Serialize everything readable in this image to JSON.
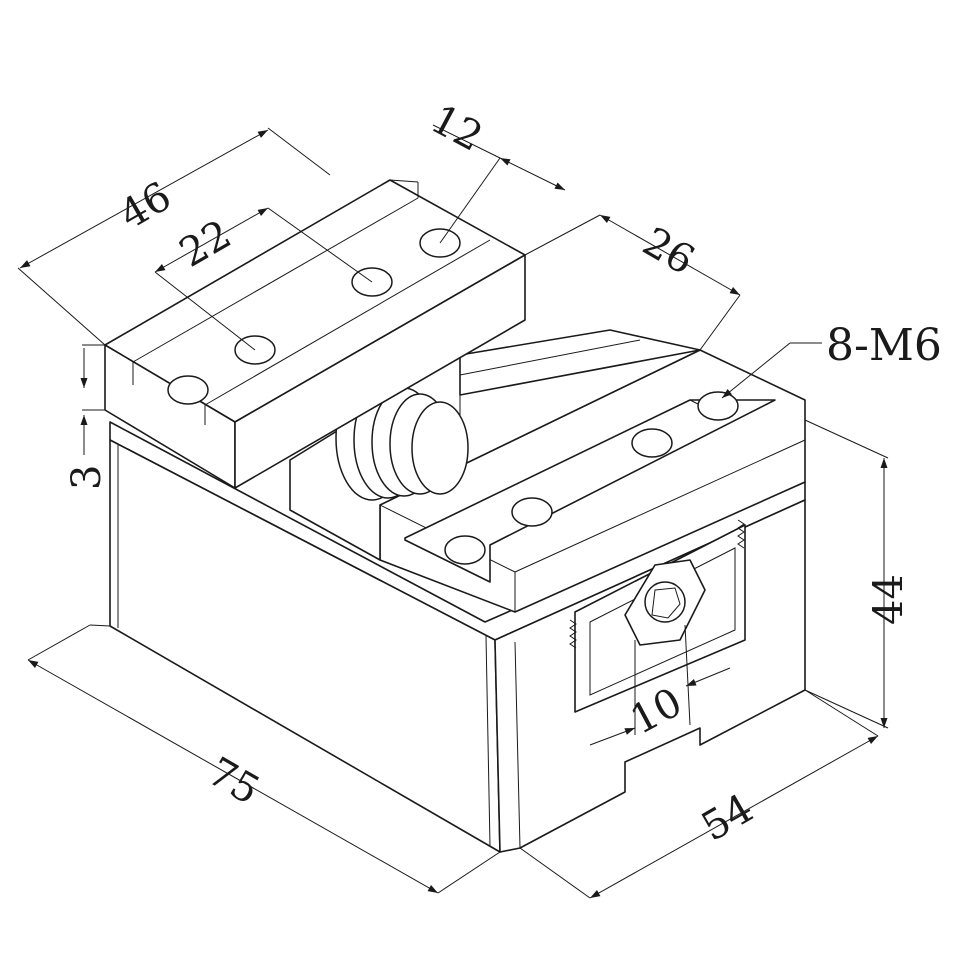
{
  "dimensions": {
    "d46": "46",
    "d22": "22",
    "d12": "12",
    "d26": "26",
    "d3": "3",
    "d44": "44",
    "d10": "10",
    "d75": "75",
    "d54": "54"
  },
  "callout": {
    "holes": "8-M6"
  },
  "colors": {
    "line": "#1a1a1a",
    "background": "#ffffff"
  }
}
